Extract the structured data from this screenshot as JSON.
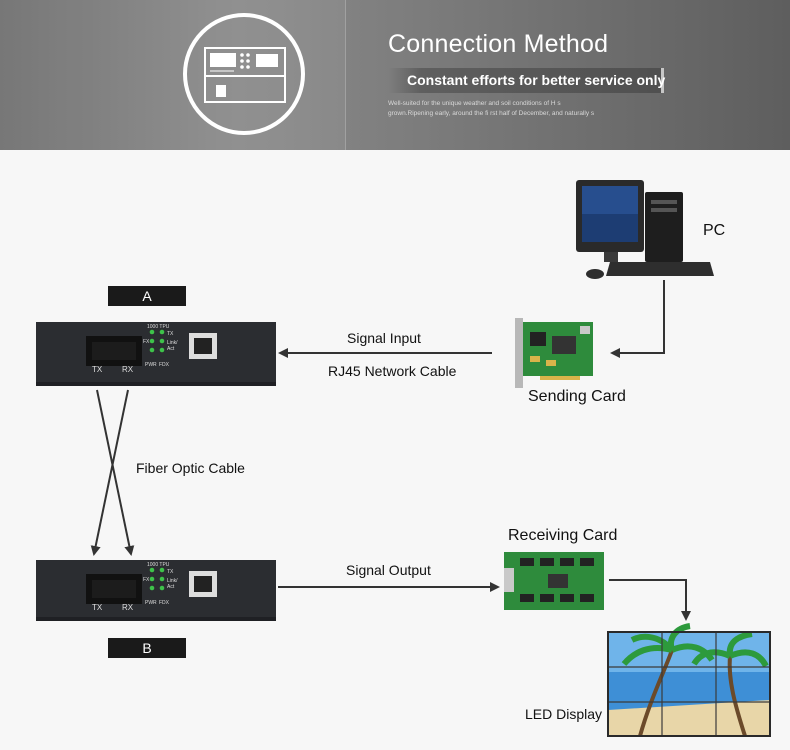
{
  "header": {
    "title": "Connection Method",
    "tagline": "Constant efforts for better service only",
    "description": "Well-suited for the unique weather and soil conditions of H s grown.Ripening early, around the fi rst half of December, and naturally s"
  },
  "diagram": {
    "labels": {
      "pc": "PC",
      "sending_card": "Sending Card",
      "receiving_card": "Receiving Card",
      "led_display": "LED Display",
      "signal_input": "Signal Input",
      "rj45": "RJ45 Network Cable",
      "fiber": "Fiber Optic Cable",
      "signal_output": "Signal Output",
      "tag_a": "A",
      "tag_b": "B"
    },
    "converter": {
      "tx": "TX",
      "rx": "RX",
      "speed": "1000 TPU",
      "fx": "FX",
      "tx_led": "TX",
      "link": "Link/",
      "act": "Act",
      "pwr": "PWR",
      "fdx": "FDX"
    }
  },
  "colors": {
    "header_bg": "#7b7b7b",
    "canvas_bg": "#f7f7f7",
    "device_body": "#2b2d31",
    "tag_bg": "#1a1a1a",
    "arrow": "#333333",
    "led_green": "#3ec24a",
    "pcb_green": "#2e8b3c",
    "sky_blue": "#3e8fd6"
  }
}
